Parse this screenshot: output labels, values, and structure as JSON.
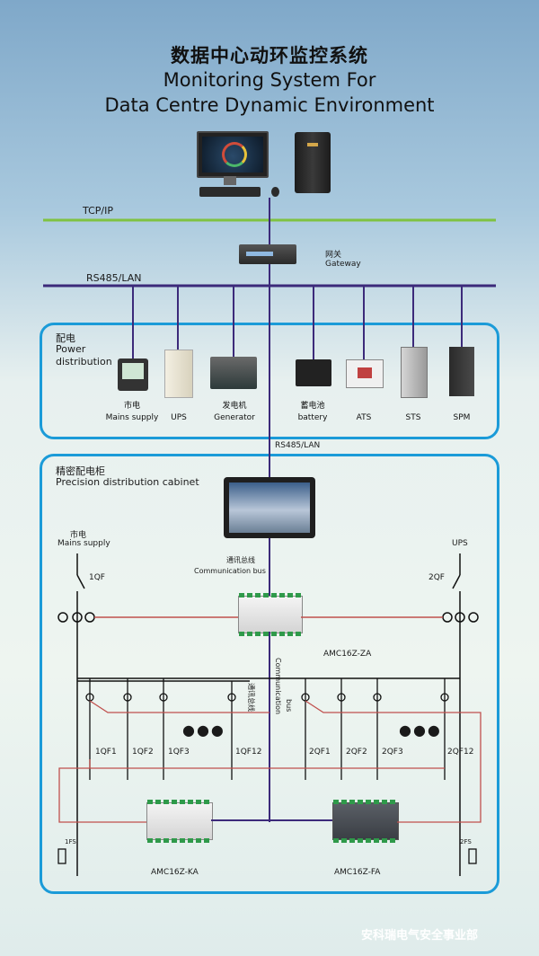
{
  "title_cn": "数据中心动环监控系统",
  "title_en_1": "Monitoring System For",
  "title_en_2": "Data Centre Dynamic Environment",
  "network": {
    "tcpip": "TCP/IP",
    "rs485_top": "RS485/LAN",
    "rs485_mid": "RS485/LAN"
  },
  "gateway": {
    "cn": "网关",
    "en": "Gateway"
  },
  "power": {
    "title_cn": "配电",
    "title_en_1": "Power",
    "title_en_2": "distribution",
    "devices": [
      {
        "cn": "市电",
        "en": "Mains supply"
      },
      {
        "cn": "",
        "en": "UPS"
      },
      {
        "cn": "发电机",
        "en": "Generator"
      },
      {
        "cn": "蓄电池",
        "en": "battery"
      },
      {
        "cn": "",
        "en": "ATS"
      },
      {
        "cn": "",
        "en": "STS"
      },
      {
        "cn": "",
        "en": "SPM"
      }
    ]
  },
  "cabinet": {
    "title_cn": "精密配电柜",
    "title_en": "Precision distribution cabinet",
    "mains_cn": "市电",
    "mains_en": "Mains supply",
    "ups": "UPS",
    "comm_cn": "通讯总线",
    "comm_en": "Communication bus",
    "qf_left": "1QF",
    "qf_right": "2QF",
    "meter_za": "AMC16Z-ZA",
    "bus_vertical_cn": "通讯总线",
    "bus_vertical_en_1": "Communication",
    "bus_vertical_en_2": "bus",
    "branches_left": [
      "1QF1",
      "1QF2",
      "1QF3",
      "1QF12"
    ],
    "branches_right": [
      "2QF1",
      "2QF2",
      "2QF3",
      "2QF12"
    ],
    "dots": "●●●",
    "fs_left": "1FS",
    "fs_right": "2FS",
    "meter_ka": "AMC16Z-KA",
    "meter_fa": "AMC16Z-FA"
  },
  "watermark": "安科瑞电气安全事业部",
  "colors": {
    "frame": "#1b9bd8",
    "tcpip": "#7fc241",
    "rs485": "#3c2a7a",
    "signal": "#c0504d",
    "wire": "#111111"
  }
}
